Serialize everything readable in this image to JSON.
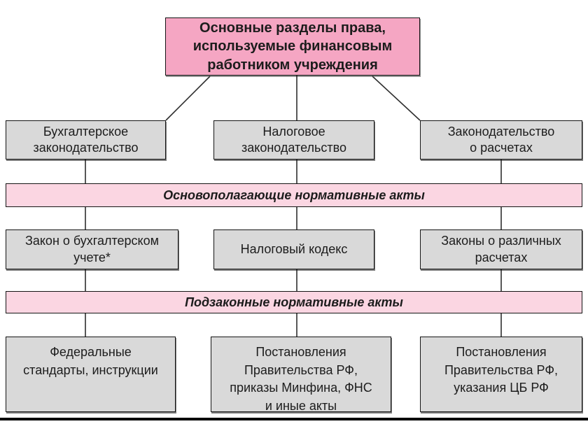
{
  "colors": {
    "dark_pink": "#f5a6c3",
    "light_pink": "#fbd6e2",
    "box_gray": "#d9d9d9",
    "line_color": "#2e2e2e",
    "text_color": "#1c1c1c"
  },
  "title_box": {
    "text": "Основные разделы права,\nиспользуемые финансовым\nработником учреждения"
  },
  "level1": [
    {
      "label": "Бухгалтерское\nзаконодательство"
    },
    {
      "label": "Налоговое\nзаконодательство"
    },
    {
      "label": "Законодательство\nо расчетах"
    }
  ],
  "band1": {
    "label": "Основополагающие нормативные акты"
  },
  "level2": [
    {
      "label": "Закон о бухгалтерском\nучете*"
    },
    {
      "label": "Налоговый кодекс"
    },
    {
      "label": "Законы о различных\nрасчетах"
    }
  ],
  "band2": {
    "label": "Подзаконные нормативные акты"
  },
  "level3": [
    {
      "label": "Федеральные\nстандарты, инструкции"
    },
    {
      "label": "Постановления\nПравительства РФ,\nприказы Минфина, ФНС\nи иные акты"
    },
    {
      "label": "Постановления\nПравительства РФ,\nуказания ЦБ РФ"
    }
  ]
}
